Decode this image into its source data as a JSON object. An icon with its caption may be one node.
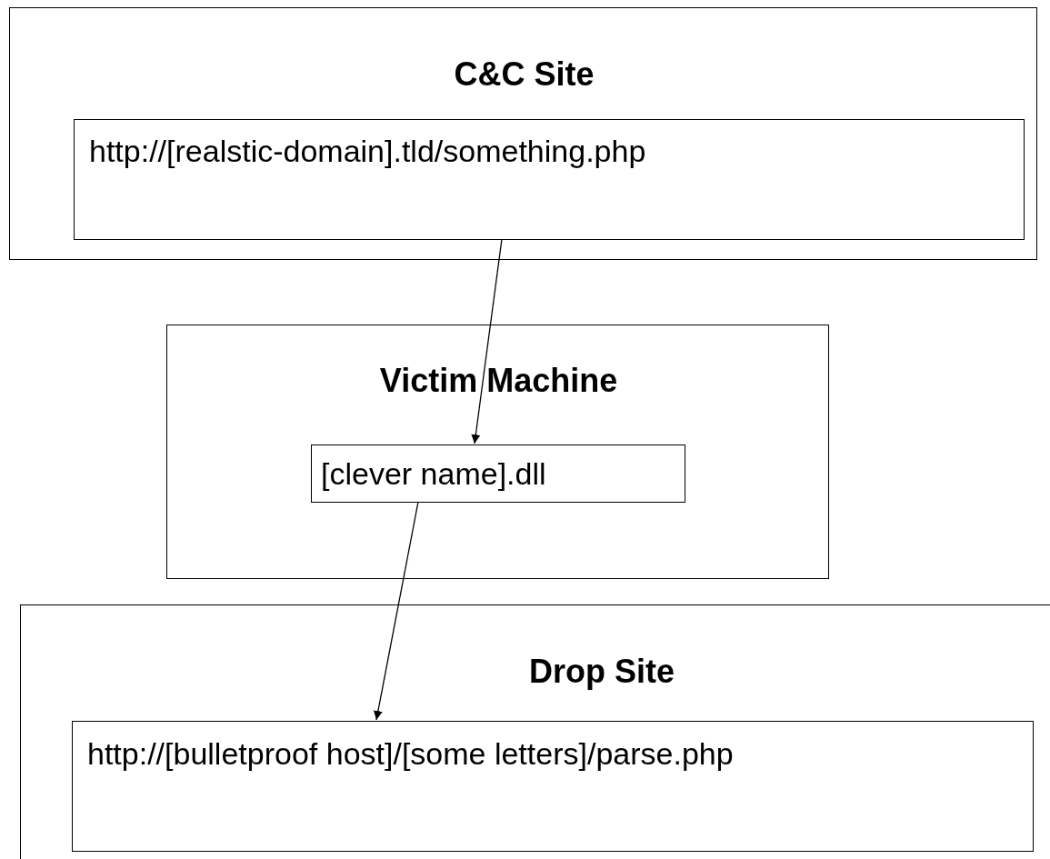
{
  "diagram": {
    "nodes": [
      {
        "text": [
          "C&C Site"
        ]
      },
      {
        "text": [
          "http://[realstic-domain].tld/something.php"
        ],
        "in": 0
      },
      {
        "text": [
          "Victim Machine"
        ]
      },
      {
        "text": [
          "[clever name].dll"
        ],
        "in": 2
      },
      {
        "text": [
          "Drop Site"
        ]
      },
      {
        "text": [
          "http://[bulletproof host]/[some letters]/parse.php"
        ],
        "in": 4
      }
    ],
    "edges": [
      {
        "from": 1,
        "to": 3,
        "arrow": "to"
      },
      {
        "from": 3,
        "to": 5,
        "arrow": "to"
      }
    ]
  }
}
